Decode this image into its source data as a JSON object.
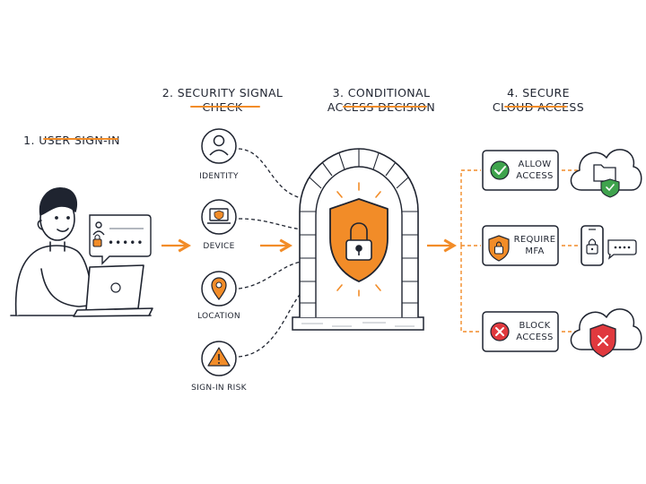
{
  "stages": [
    {
      "number": "1.",
      "title": "USER SIGN-IN"
    },
    {
      "number": "2.",
      "title": "SECURITY SIGNAL\nCHECK"
    },
    {
      "number": "3.",
      "title": "CONDITIONAL\nACCESS DECISION"
    },
    {
      "number": "4.",
      "title": "SECURE\nCLOUD ACCESS"
    }
  ],
  "signals": [
    {
      "label": "IDENTITY",
      "icon": "person-icon"
    },
    {
      "label": "DEVICE",
      "icon": "laptop-shield-icon"
    },
    {
      "label": "LOCATION",
      "icon": "location-pin-icon"
    },
    {
      "label": "SIGN-IN RISK",
      "icon": "warning-icon"
    }
  ],
  "outcomes": [
    {
      "label": "ALLOW\nACCESS",
      "icon": "checkmark-icon",
      "target": "cloud-folder-icon",
      "color": "#3fa34d"
    },
    {
      "label": "REQUIRE\nMFA",
      "icon": "lock-shield-icon",
      "target": "phone-mfa-icon",
      "color": "#f28c28"
    },
    {
      "label": "BLOCK\nACCESS",
      "icon": "x-mark-icon",
      "target": "cloud-blocked-icon",
      "color": "#e0393e"
    }
  ],
  "login_popup": {
    "password_mask": "•••••"
  },
  "colors": {
    "accent": "#f28c28",
    "ink": "#1f2430",
    "allow": "#3fa34d",
    "block": "#e0393e"
  }
}
